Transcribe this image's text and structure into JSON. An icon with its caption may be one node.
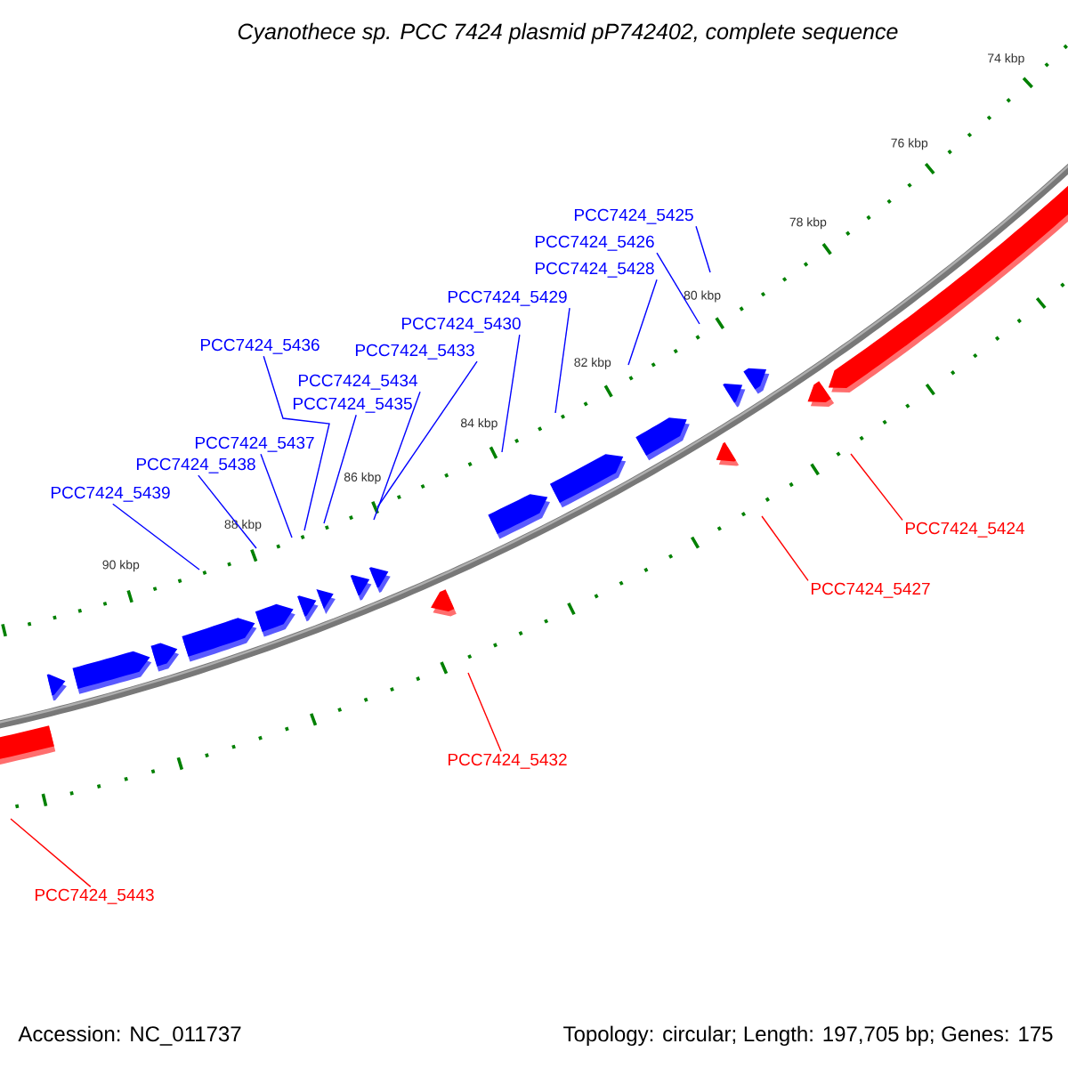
{
  "diagram": {
    "title": "Cyanothece sp. PCC 7424 plasmid pP742402, complete sequence",
    "nodes": [
      {
        "text": [
          "PCC7424_5425"
        ]
      },
      {
        "text": [
          "PCC7424_5426"
        ]
      },
      {
        "text": [
          "PCC7424_5428"
        ]
      },
      {
        "text": [
          "PCC7424_5429"
        ]
      },
      {
        "text": [
          "PCC7424_5430"
        ]
      },
      {
        "text": [
          "PCC7424_5436"
        ]
      },
      {
        "text": [
          "PCC7424_5433"
        ]
      },
      {
        "text": [
          "PCC7424_5434"
        ]
      },
      {
        "text": [
          "PCC7424_5435"
        ]
      },
      {
        "text": [
          "PCC7424_5437"
        ]
      },
      {
        "text": [
          "PCC7424_5438"
        ]
      },
      {
        "text": [
          "PCC7424_5439"
        ]
      },
      {
        "text": [
          "PCC7424_5424"
        ]
      },
      {
        "text": [
          "PCC7424_5427"
        ]
      },
      {
        "text": [
          "PCC7424_5432"
        ]
      },
      {
        "text": [
          "PCC7424_5443"
        ]
      }
    ],
    "edges": [
      {
        "from": 0,
        "to": null,
        "arrow": "none"
      },
      {
        "from": 1,
        "to": null,
        "arrow": "none"
      },
      {
        "from": 2,
        "to": null,
        "arrow": "none"
      },
      {
        "from": 3,
        "to": null,
        "arrow": "none"
      },
      {
        "from": 4,
        "to": null,
        "arrow": "none"
      },
      {
        "from": 5,
        "to": null,
        "arrow": "none"
      },
      {
        "from": 6,
        "to": null,
        "arrow": "none"
      },
      {
        "from": 7,
        "to": null,
        "arrow": "none"
      },
      {
        "from": 8,
        "to": null,
        "arrow": "none"
      },
      {
        "from": 9,
        "to": null,
        "arrow": "none"
      },
      {
        "from": 10,
        "to": null,
        "arrow": "none"
      },
      {
        "from": 11,
        "to": null,
        "arrow": "none"
      },
      {
        "from": 12,
        "to": null,
        "arrow": "none",
        "color": "#ff0000"
      },
      {
        "from": 13,
        "to": null,
        "arrow": "none",
        "color": "#ff0000"
      },
      {
        "from": 14,
        "to": null,
        "arrow": "none",
        "color": "#ff0000"
      },
      {
        "from": 15,
        "to": null,
        "arrow": "none",
        "color": "#ff0000"
      }
    ],
    "labels": [
      "74 kbp",
      "76 kbp",
      "78 kbp",
      "80 kbp",
      "82 kbp",
      "84 kbp",
      "86 kbp",
      "88 kbp",
      "90 kbp",
      "Accession: NC_011737",
      "Topology: circular; Length: 197,705 bp; Genes: 175"
    ]
  }
}
